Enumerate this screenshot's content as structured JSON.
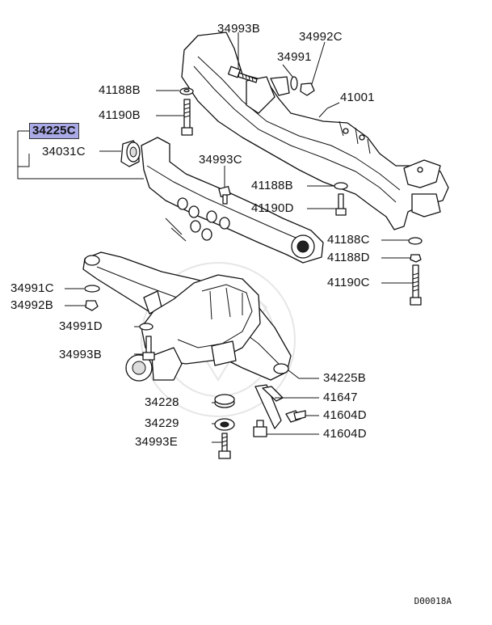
{
  "parts": {
    "p34993B_top": "34993B",
    "p34992C": "34992C",
    "p34991": "34991",
    "p41188B_a": "41188B",
    "p41001": "41001",
    "p41190B": "41190B",
    "p34225C": "34225C",
    "p34031C": "34031C",
    "p34993C": "34993C",
    "p41188B_b": "41188B",
    "p41190D": "41190D",
    "p41188C": "41188C",
    "p41188D": "41188D",
    "p34991C": "34991C",
    "p41190C": "41190C",
    "p34992B": "34992B",
    "p34991D": "34991D",
    "p34993B_bot": "34993B",
    "p34225B": "34225B",
    "p41647": "41647",
    "p34228": "34228",
    "p41604D_a": "41604D",
    "p34229": "34229",
    "p41604D_b": "41604D",
    "p34993E": "34993E"
  },
  "highlight_color": "#a9a9e6",
  "diagram_code": "D00018A"
}
